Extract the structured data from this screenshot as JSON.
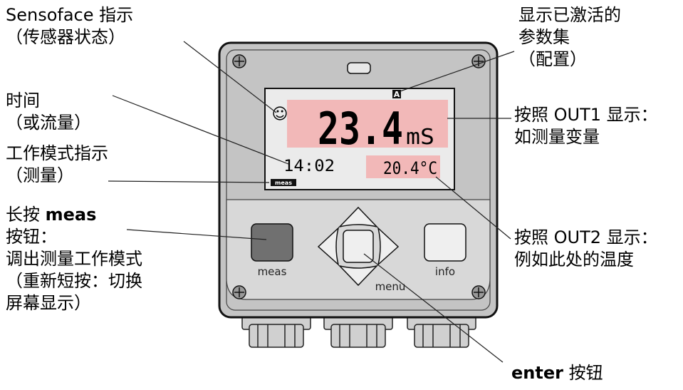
{
  "labels": {
    "sensoface_1": "Sensoface 指示",
    "sensoface_2": "（传感器状态）",
    "time_1": "时间",
    "time_2": "（或流量）",
    "mode_1": "工作模式指示",
    "mode_2": "（测量）",
    "meas_key_bold": "meas",
    "meas_key_prefix": "长按 ",
    "meas_2": "按钮：",
    "meas_3": "调出测量工作模式",
    "meas_4": "（重新短按：切换",
    "meas_5": "屏幕显示）",
    "paramset_1": "显示已激活的",
    "paramset_2": "参数集",
    "paramset_3": "（配置）",
    "out1_1": "按照 OUT1 显示：",
    "out1_2": "如测量变量",
    "out2_1": "按照 OUT2 显示：",
    "out2_2": "例如此处的温度",
    "enter_bold": "enter",
    "enter_suffix": " 按钮"
  },
  "display": {
    "main_value": "23.4",
    "main_unit": "mS",
    "time": "14:02",
    "temperature": "20.4°C",
    "mode_badge": "meas",
    "paramset_badge": "A",
    "sensoface": "☺"
  },
  "buttons": {
    "meas": "meas",
    "info": "info",
    "menu": "menu"
  },
  "colors": {
    "housing": "#c4c4c4",
    "lcd_bg": "#ebebeb",
    "highlight": "#f2b8b8",
    "meas_button": "#707070"
  }
}
